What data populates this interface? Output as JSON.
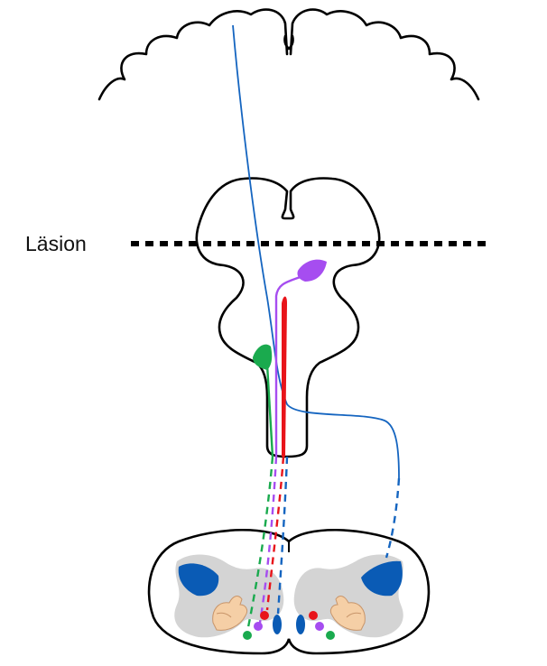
{
  "lesion": {
    "label": "Läsion"
  },
  "colors": {
    "outline": "#000000",
    "cortical_tract": "#1565c0",
    "green_tract": "#1aaa4e",
    "purple_tract": "#a64df0",
    "red_tract": "#e8141a",
    "gray_matter": "#d4d4d4",
    "motor_nucleus": "#0a5bb5",
    "arm": "#f5cfa6"
  },
  "icons": {
    "cortex": "cortex-outline",
    "brainstem": "brainstem-outline",
    "spinal_cord": "spinal-cord-cross-section",
    "arm": "flexed-arm-icon"
  }
}
